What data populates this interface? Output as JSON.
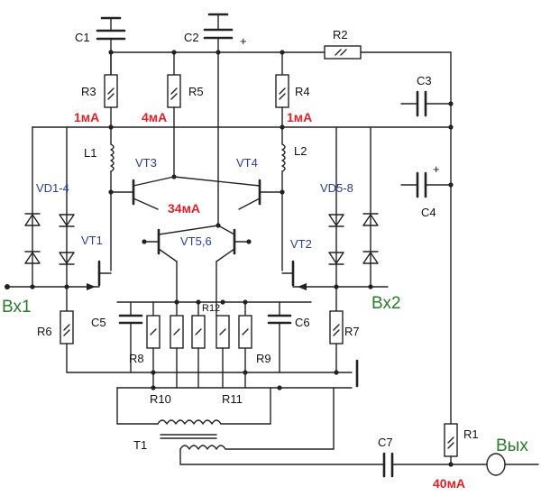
{
  "labels": {
    "c1": "C1",
    "c2": "C2",
    "c2_plus": "+",
    "r2": "R2",
    "r3": "R3",
    "r5": "R5",
    "r4": "R4",
    "c3": "C3",
    "c4": "C4",
    "c4_plus": "+",
    "l1": "L1",
    "l2": "L2",
    "vt3": "VT3",
    "vt4": "VT4",
    "vt1": "VT1",
    "vt2": "VT2",
    "vt56": "VT5,6",
    "vd14": "VD1-4",
    "vd58": "VD5-8",
    "r6": "R6",
    "r7": "R7",
    "c5": "C5",
    "c6": "C6",
    "r8": "R8",
    "r9": "R9",
    "r10": "R10",
    "r11": "R11",
    "r12": "R12",
    "t1": "T1",
    "c7": "C7",
    "r1": "R1"
  },
  "currents": {
    "i_r3": "1мА",
    "i_r5": "4мА",
    "i_r4": "1мА",
    "i_vt56": "34мА",
    "i_out": "40мА"
  },
  "terminals": {
    "in1": "Вх1",
    "in2": "Вх2",
    "out": "Вых"
  },
  "colors": {
    "wire": "#222222",
    "current": "#e0202a",
    "terminal": "#2a7a2a",
    "device": "#2a3f8f"
  }
}
